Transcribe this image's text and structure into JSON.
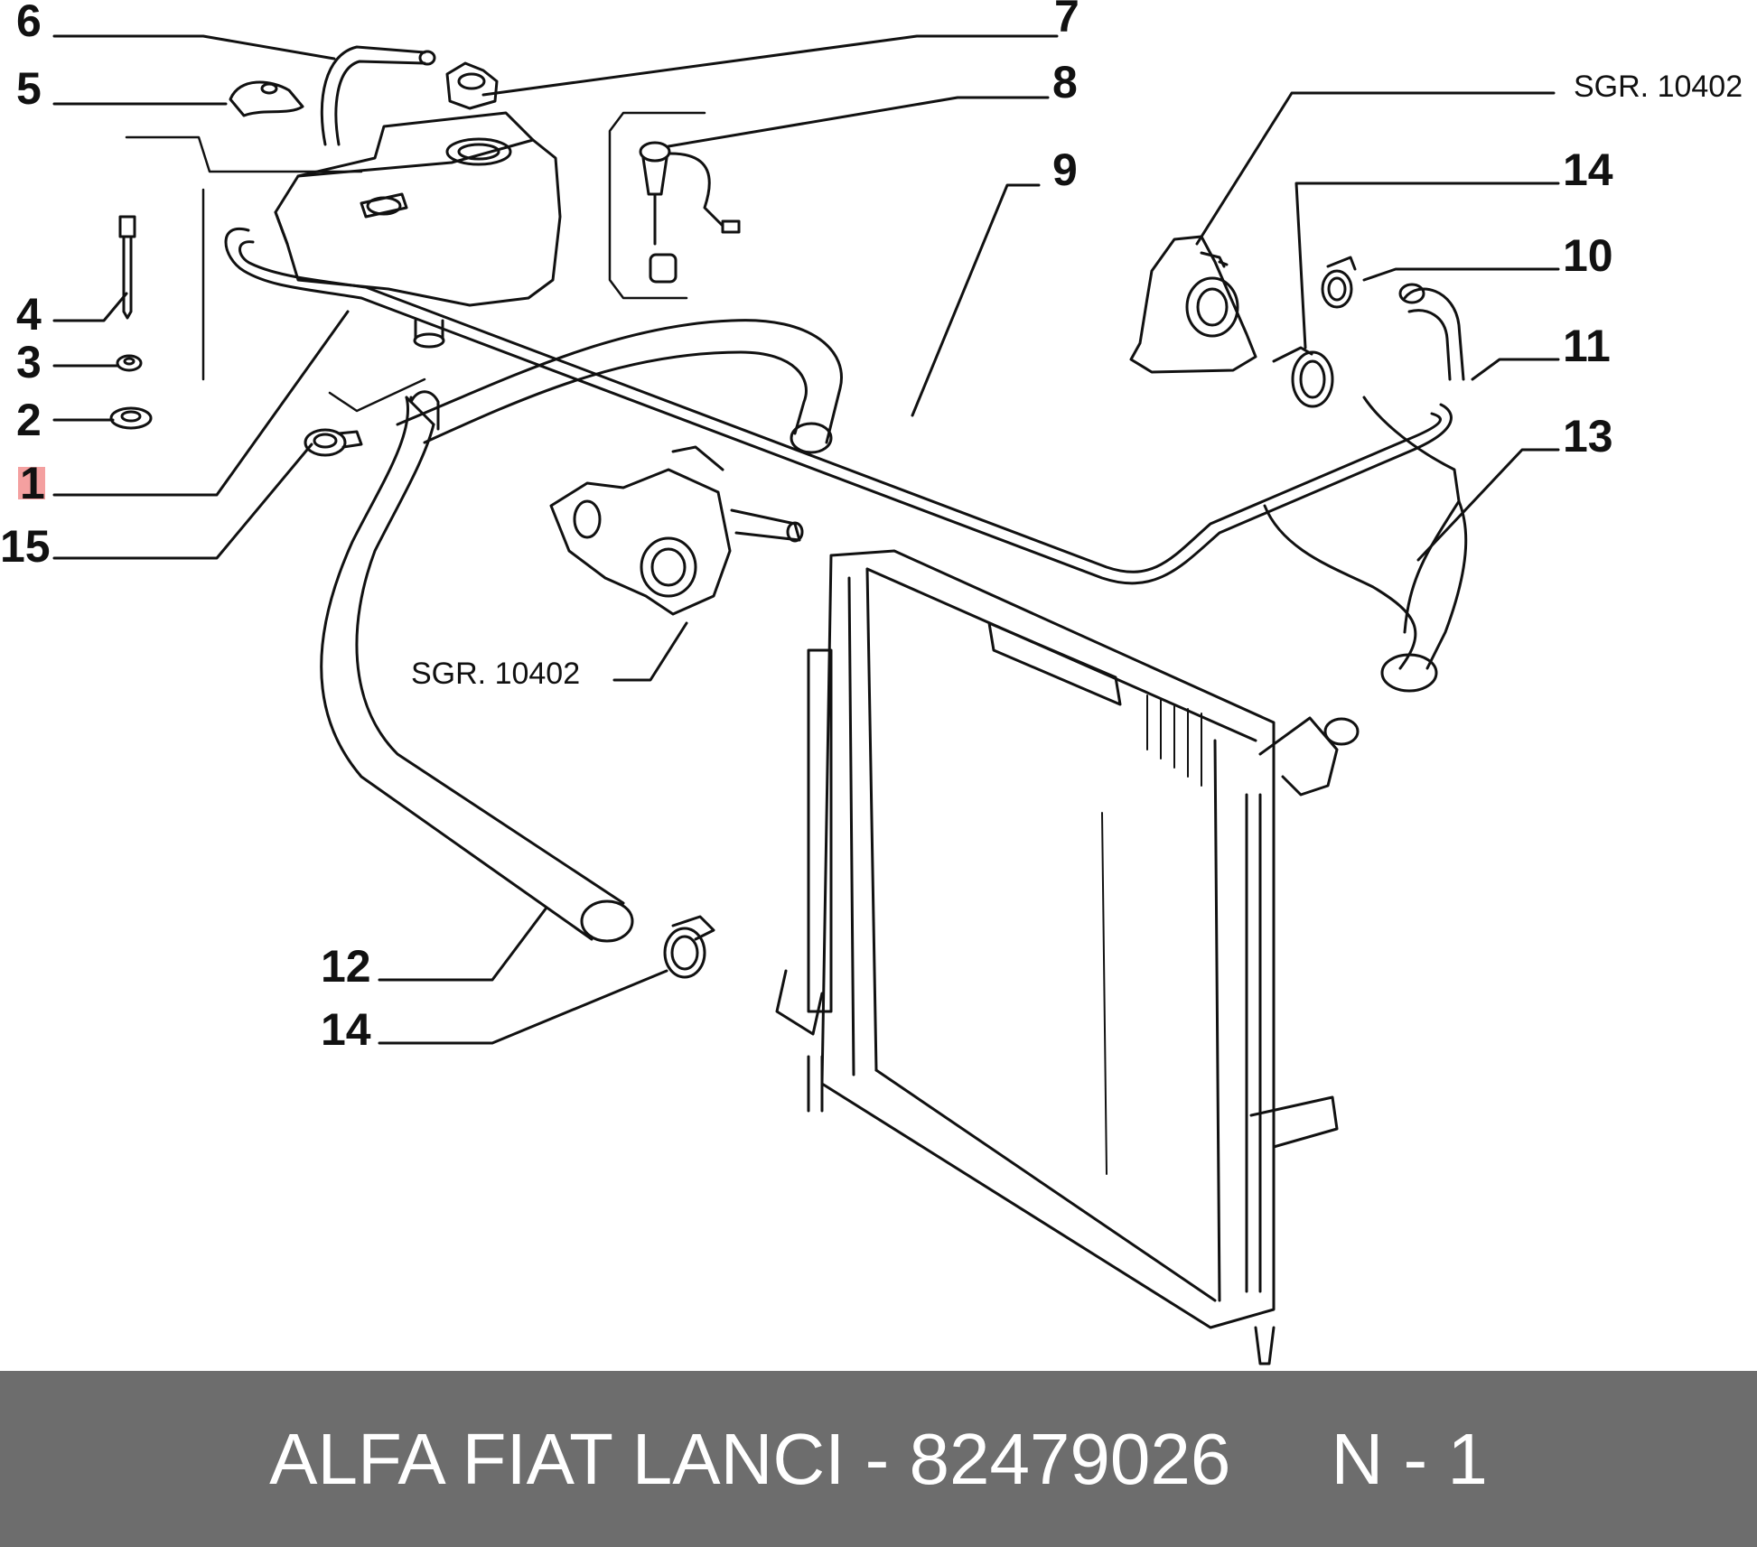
{
  "callouts": [
    "1",
    "2",
    "3",
    "4",
    "5",
    "6",
    "7",
    "8",
    "9",
    "10",
    "11",
    "12",
    "13",
    "14",
    "14",
    "15"
  ],
  "highlighted_callout": "1",
  "sgr_refs": [
    "SGR. 10402",
    "SGR. 10402"
  ],
  "footer": {
    "part_label": "ALFA FIAT LANCI - 82479026",
    "page_label": "N - 1"
  },
  "colors": {
    "footer_bg": "#6d6d6d",
    "highlight": "#f4a0a0",
    "line": "#111111"
  }
}
